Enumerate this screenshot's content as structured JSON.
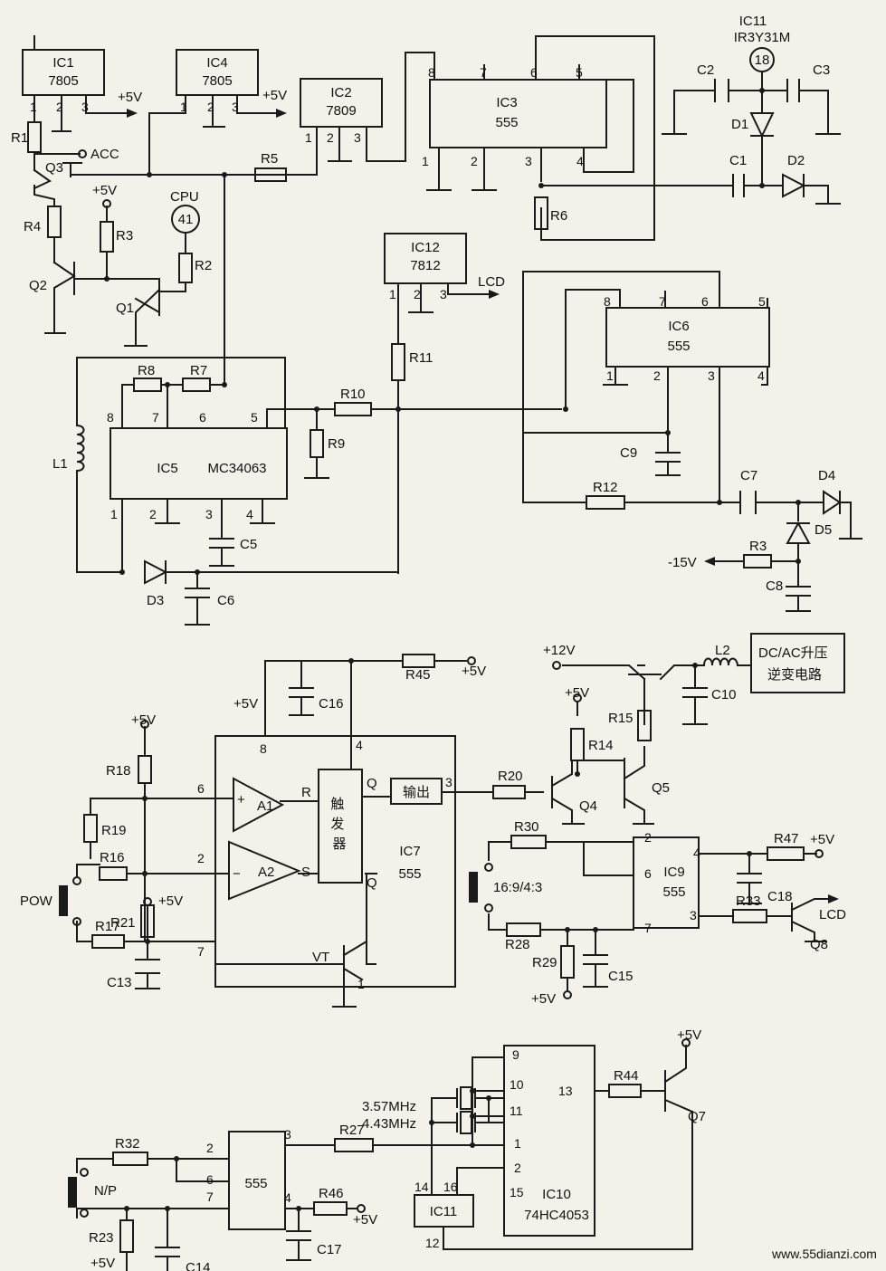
{
  "colors": {
    "ink": "#1a1a1a",
    "paper": "#f4f1ea"
  },
  "ics": {
    "ic1": {
      "name": "IC1",
      "part": "7805"
    },
    "ic4": {
      "name": "IC4",
      "part": "7805"
    },
    "ic2": {
      "name": "IC2",
      "part": "7809"
    },
    "ic3": {
      "name": "IC3",
      "part": "555"
    },
    "ic11top": {
      "name": "IC11",
      "part": "IR3Y31M"
    },
    "ic12": {
      "name": "IC12",
      "part": "7812"
    },
    "ic5": {
      "name": "IC5",
      "part": "MC34063"
    },
    "ic6": {
      "name": "IC6",
      "part": "555"
    },
    "ic7": {
      "name": "IC7",
      "part": "555"
    },
    "ic9": {
      "name": "IC9",
      "part": "555"
    },
    "ic10": {
      "name": "IC10",
      "part": "74HC4053"
    },
    "ic555b": {
      "part": "555"
    },
    "ic11b": {
      "name": "IC11"
    }
  },
  "labels": {
    "p5v": "+5V",
    "m15v": "-15V",
    "p12v": "+12V",
    "acc": "ACC",
    "cpu": "CPU",
    "cpu_pin": "41",
    "ic11_pin": "18",
    "lcd": "LCD",
    "dcac_line1": "DC/AC升压",
    "dcac_line2": "逆变电路",
    "pow": "POW",
    "np": "N/P",
    "ratio": "16:9/4:3",
    "a1": "A1",
    "a2": "A2",
    "trigger": "触发器",
    "output_box": "输出",
    "q": "Q",
    "qbar": "Q",
    "r": "R",
    "s": "S",
    "vt": "VT",
    "plus": "+",
    "minus": "−",
    "xtal1": "3.57MHz",
    "xtal2": "4.43MHz",
    "watermark": "www.55dianzi.com"
  },
  "parts": {
    "R1": "R1",
    "R2": "R2",
    "R3": "R3",
    "R4": "R4",
    "R5": "R5",
    "R6": "R6",
    "R7": "R7",
    "R8": "R8",
    "R9": "R9",
    "R10": "R10",
    "R11": "R11",
    "R12": "R12",
    "R3b": "R3",
    "R14": "R14",
    "R15": "R15",
    "R16": "R16",
    "R17": "R17",
    "R18": "R18",
    "R19": "R19",
    "R20": "R20",
    "R21": "R21",
    "R23": "R23",
    "R27": "R27",
    "R28": "R28",
    "R29": "R29",
    "R30": "R30",
    "R32": "R32",
    "R33": "R33",
    "R44": "R44",
    "R45": "R45",
    "R46": "R46",
    "R47": "R47",
    "C1": "C1",
    "C2": "C2",
    "C3": "C3",
    "C5": "C5",
    "C6": "C6",
    "C7": "C7",
    "C8": "C8",
    "C9": "C9",
    "C10": "C10",
    "C13": "C13",
    "C14": "C14",
    "C15": "C15",
    "C16": "C16",
    "C17": "C17",
    "C18": "C18",
    "D1": "D1",
    "D2": "D2",
    "D3": "D3",
    "D4": "D4",
    "D5": "D5",
    "Q1": "Q1",
    "Q2": "Q2",
    "Q3": "Q3",
    "Q4": "Q4",
    "Q5": "Q5",
    "Q7": "Q7",
    "Q8": "Q8",
    "L1": "L1",
    "L2": "L2"
  }
}
